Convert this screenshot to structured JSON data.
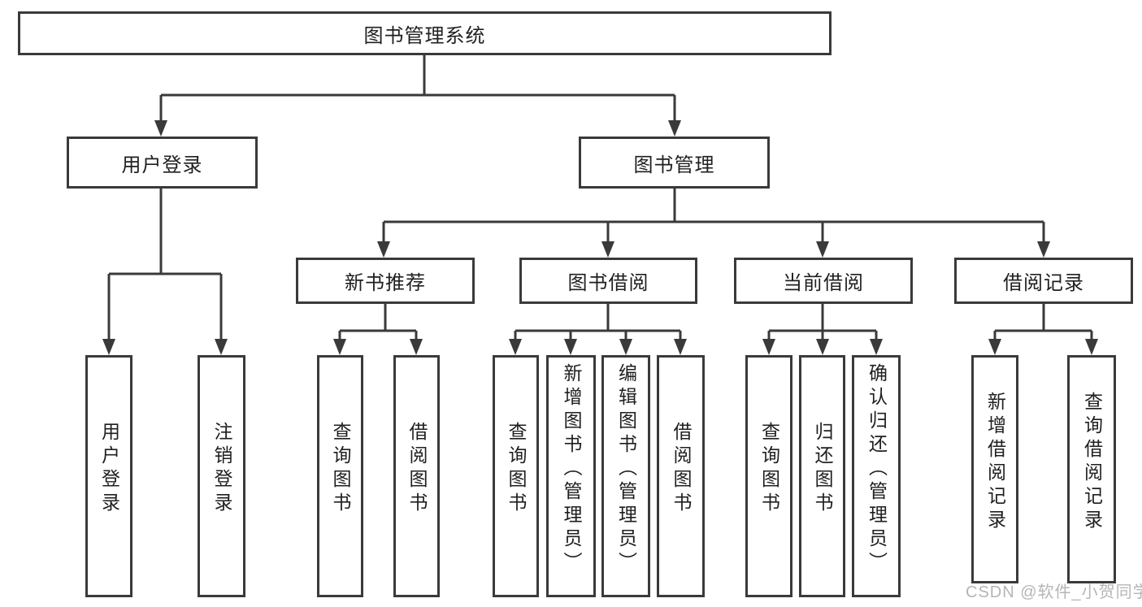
{
  "diagram": {
    "root": {
      "label": "图书管理系统",
      "children": [
        {
          "label": "用户登录",
          "children": [
            {
              "label": "用户登录"
            },
            {
              "label": "注销登录"
            }
          ]
        },
        {
          "label": "图书管理",
          "children": [
            {
              "label": "新书推荐",
              "children": [
                {
                  "label": "查询图书"
                },
                {
                  "label": "借阅图书"
                }
              ]
            },
            {
              "label": "图书借阅",
              "children": [
                {
                  "label": "查询图书"
                },
                {
                  "label": "新增图书（管理员）"
                },
                {
                  "label": "编辑图书（管理员）"
                },
                {
                  "label": "借阅图书"
                }
              ]
            },
            {
              "label": "当前借阅",
              "children": [
                {
                  "label": "查询图书"
                },
                {
                  "label": "归还图书"
                },
                {
                  "label": "确认归还（管理员）"
                }
              ]
            },
            {
              "label": "借阅记录",
              "children": [
                {
                  "label": "新增借阅记录"
                },
                {
                  "label": "查询借阅记录"
                }
              ]
            }
          ]
        }
      ]
    }
  },
  "colors": {
    "line": "#3a3a3a",
    "text": "#1f1f1f",
    "background": "#ffffff",
    "watermark": "#aeaeae"
  },
  "watermark": {
    "text": "CSDN @软件_小贺同学"
  }
}
